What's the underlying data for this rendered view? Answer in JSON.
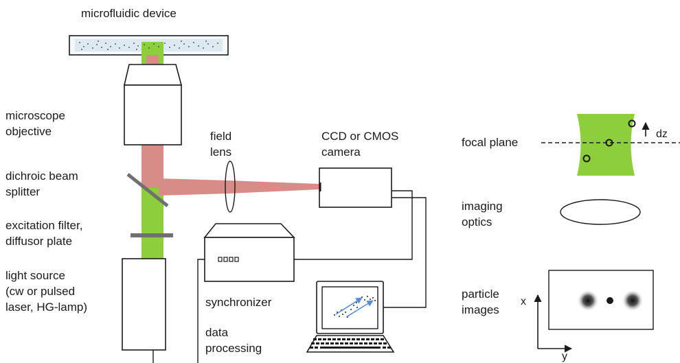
{
  "labels": {
    "microfluidic_device": "microfluidic device",
    "objective": [
      "microscope",
      "objective"
    ],
    "beam_splitter": [
      "dichroic beam",
      "splitter"
    ],
    "filter": [
      "excitation filter,",
      "diffusor plate"
    ],
    "light_source": [
      "light source",
      "(cw or pulsed",
      "laser, HG-lamp)"
    ],
    "field_lens": [
      "field",
      "lens"
    ],
    "camera": [
      "CCD or CMOS",
      "camera"
    ],
    "synchronizer": "synchronizer",
    "data_processing": [
      "data",
      "processing"
    ],
    "focal_plane": "focal plane",
    "dz": "dz",
    "imaging_optics": [
      "imaging",
      "optics"
    ],
    "particle_images": [
      "particle",
      "images"
    ],
    "axis_x": "x",
    "axis_y": "y"
  },
  "colors": {
    "illumination": "#8cce3c",
    "emission": "#d88c88",
    "outline": "#1a1a1a",
    "mirror": "#707070",
    "arrow": "#5b8ed0"
  }
}
